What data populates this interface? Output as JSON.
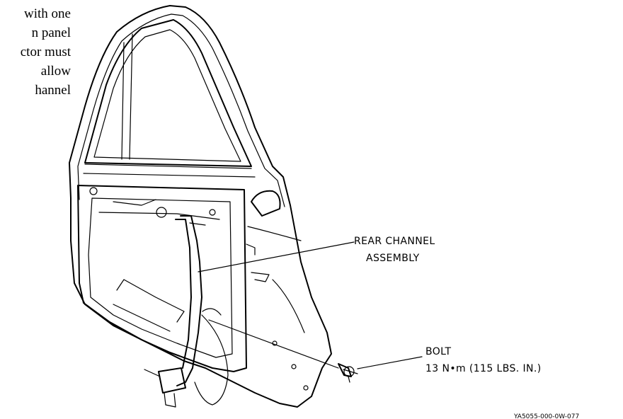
{
  "body_text": {
    "lines": [
      "with one",
      "n panel",
      "ctor must",
      "allow",
      "hannel"
    ]
  },
  "callouts": {
    "rear_channel": {
      "line1": "REAR CHANNEL",
      "line2": "ASSEMBLY"
    },
    "bolt": {
      "line1": "BOLT",
      "line2": "13 N•m (115 LBS. IN.)"
    }
  },
  "figure_id": "YA5055-000-0W-077"
}
